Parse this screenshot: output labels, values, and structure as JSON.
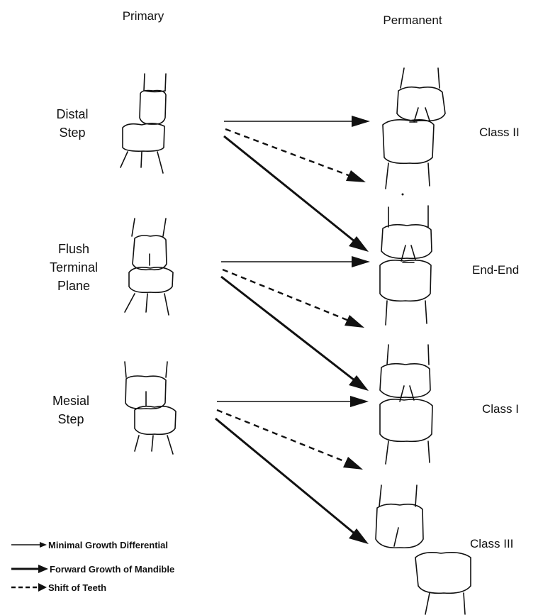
{
  "headers": {
    "primary": "Primary",
    "permanent": "Permanent"
  },
  "primary_relations": [
    {
      "line1": "Distal",
      "line2": "Step",
      "line3": ""
    },
    {
      "line1": "Flush",
      "line2": "Terminal",
      "line3": "Plane"
    },
    {
      "line1": "Mesial",
      "line2": "Step",
      "line3": ""
    }
  ],
  "permanent_relations": [
    "Class II",
    "End-End",
    "Class I",
    "Class III"
  ],
  "legend": [
    {
      "style": "thin",
      "label": "Minimal Growth Differential"
    },
    {
      "style": "thick",
      "label": "Forward Growth of Mandible"
    },
    {
      "style": "dashed",
      "label": "Shift of Teeth"
    }
  ],
  "transitions": [
    {
      "from": "Distal Step",
      "to": "Class II",
      "style": "thin"
    },
    {
      "from": "Distal Step",
      "to": "End-End",
      "style": "thick"
    },
    {
      "from": "Distal Step",
      "to": "shift",
      "style": "dashed"
    },
    {
      "from": "Flush Terminal Plane",
      "to": "End-End",
      "style": "thin"
    },
    {
      "from": "Flush Terminal Plane",
      "to": "Class I",
      "style": "thick"
    },
    {
      "from": "Flush Terminal Plane",
      "to": "shift",
      "style": "dashed"
    },
    {
      "from": "Mesial Step",
      "to": "Class I",
      "style": "thin"
    },
    {
      "from": "Mesial Step",
      "to": "Class III",
      "style": "thick"
    },
    {
      "from": "Mesial Step",
      "to": "shift",
      "style": "dashed"
    }
  ]
}
